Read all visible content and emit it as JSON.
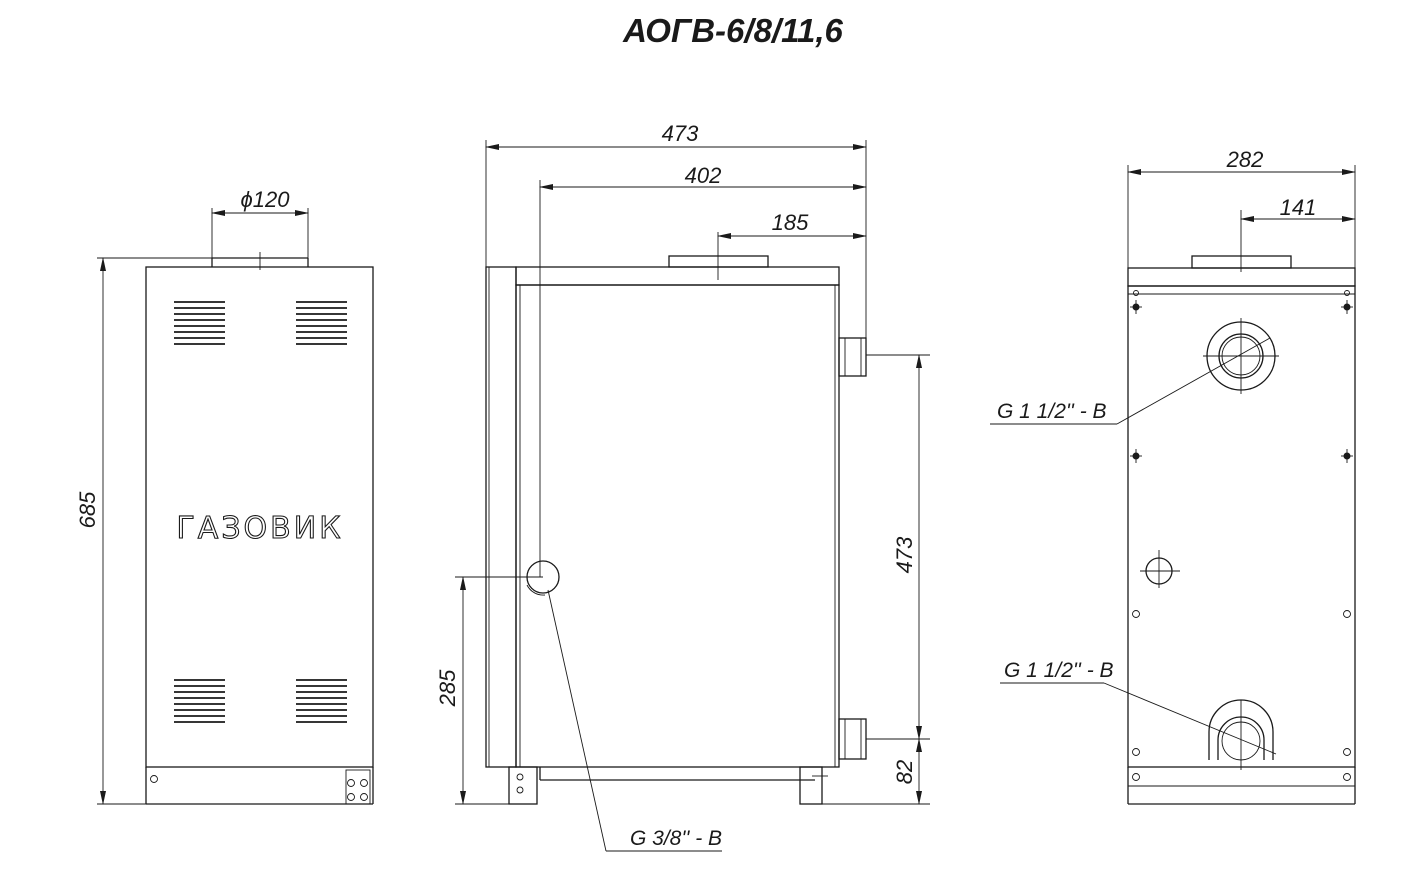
{
  "title": "АОГВ-6/8/11,6",
  "brand": "ГАЗОВИК",
  "front_view": {
    "width_dimension": "ϕ120",
    "height_dimension": "685"
  },
  "side_view": {
    "overall_depth": "473",
    "body_depth": "402",
    "flue_offset": "185",
    "pipe_spacing": "473",
    "gas_inlet_height": "285",
    "lower_pipe_height": "82",
    "gas_connection": "G 3/8'' - B"
  },
  "rear_view": {
    "overall_width": "282",
    "half_width": "141",
    "upper_connection": "G 1 1/2'' - B",
    "lower_connection": "G 1 1/2'' - B"
  },
  "colors": {
    "line": "#1a1a1a",
    "background": "#ffffff"
  }
}
